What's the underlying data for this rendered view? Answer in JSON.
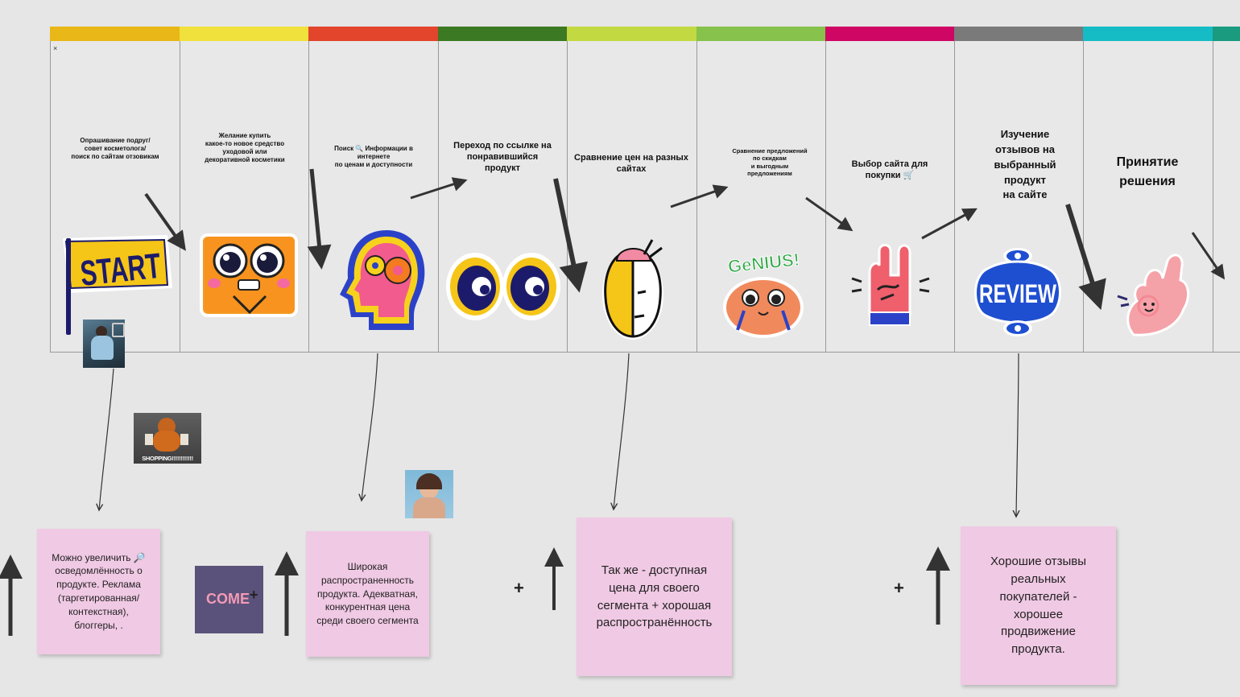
{
  "board": {
    "close_symbol": "×",
    "stages": [
      {
        "label": "Опрашивание подруг/\nсовет косметолога/\nпоиск по сайтам отзовикам",
        "color": "#e9b717"
      },
      {
        "label": "Желание купить\nкакое-то новое средство\nуходовой или\nдекоративной косметики",
        "color": "#f0e13c"
      },
      {
        "label": "Поиск 🔍 Информации в\nинтернете\nпо ценам и доступности",
        "color": "#e2452c"
      },
      {
        "label": "Переход по ссылке на\nпонравившийся\nпродукт",
        "color": "#3b7a22"
      },
      {
        "label": "Сравнение цен на разных\nсайтах",
        "color": "#c3d941"
      },
      {
        "label": "Сравнение предложений\nпо скидкам\nи выгодным\nпредложениям",
        "color": "#86c24c"
      },
      {
        "label": "Выбор сайта для\nпокупки 🛒",
        "color": "#cf0663"
      },
      {
        "label": "Изучение\nотзывов на\nвыбранный\nпродукт\nна сайте",
        "color": "#7a7a7a"
      },
      {
        "label": "Принятие\nрешения",
        "color": "#16bcc5"
      },
      {
        "label": "",
        "color": "#1a9b80"
      }
    ],
    "stickers": {
      "start": "START",
      "genius": "GeNIUS!",
      "review": "REVIEW"
    }
  },
  "gif": {
    "shopping_caption": "SHOPPING!!!!!!!!!!!!"
  },
  "come_logo": {
    "text": "COME",
    "plus": "+"
  },
  "notes": [
    {
      "text": "Можно увеличить 🔎 осведомлённость о продукте. Реклама (таргетированная/ контекстная), блоггеры, ."
    },
    {
      "text": "Широкая распространенность продукта. Адекватная, конкурентная цена среди своего сегмента"
    },
    {
      "text": "Так же - доступная цена для своего сегмента + хорошая распространённость"
    },
    {
      "text": "Хорошие отзывы реальных покупателей - хорошее продвижение продукта."
    }
  ],
  "plus_signs": [
    "+",
    "+"
  ]
}
